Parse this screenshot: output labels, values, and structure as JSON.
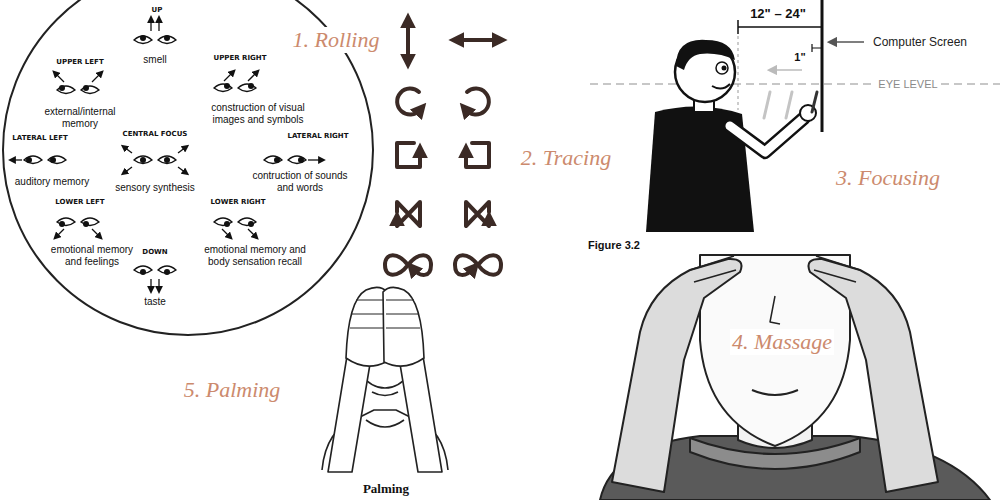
{
  "diagram": {
    "nodes": [
      {
        "text": [
          "UP",
          "smell",
          "UPPER LEFT",
          "UPPER RIGHT",
          "external/internal memory",
          "construction of visual images and symbols",
          "LATERAL LEFT",
          "CENTRAL FOCUS",
          "LATERAL RIGHT",
          "auditory memory",
          "sensory synthesis",
          "contruction of sounds and words",
          "LOWER LEFT",
          "LOWER RIGHT",
          "emotional memory and feelings",
          "emotional memory and body sensation recall",
          "DOWN",
          "taste"
        ]
      }
    ],
    "labels": [
      "1. Rolling",
      "2. Tracing",
      "12\" – 24\"",
      "1\"",
      "Computer Screen",
      "EYE LEVEL",
      "3. Focusing",
      "Figure 3.2",
      "4. Massage",
      "5. Palming",
      "Palming"
    ]
  }
}
